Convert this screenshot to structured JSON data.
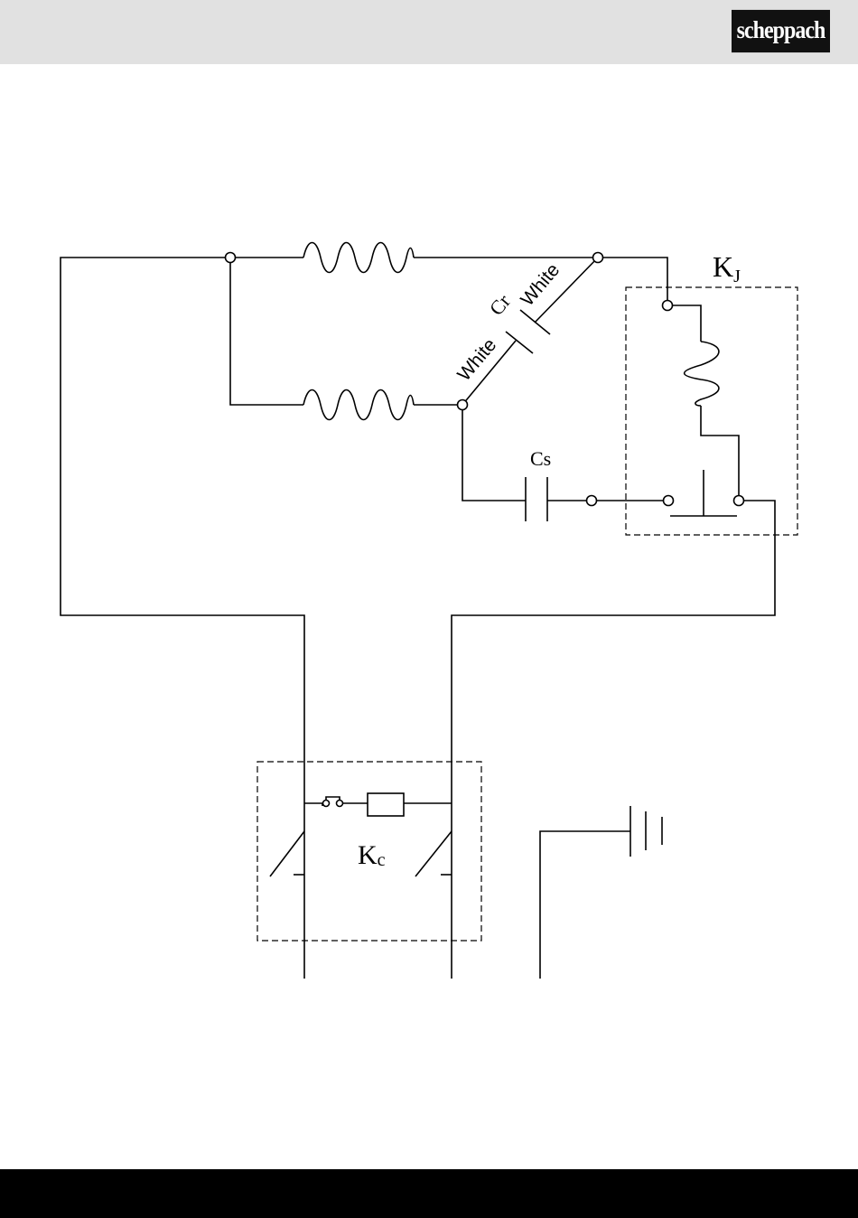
{
  "header": {
    "brand": "scheppach",
    "band_color": "#e1e1e1"
  },
  "footer": {
    "band_color": "#000000"
  },
  "diagram": {
    "labels": {
      "capacitor_run": "Cr",
      "capacitor_start": "Cs",
      "wire_upper": "White",
      "wire_lower": "White",
      "relay_main": "K",
      "relay_main_sub": "J",
      "relay_contactor": "K",
      "relay_contactor_sub": "c"
    },
    "line_color": "#000000"
  }
}
